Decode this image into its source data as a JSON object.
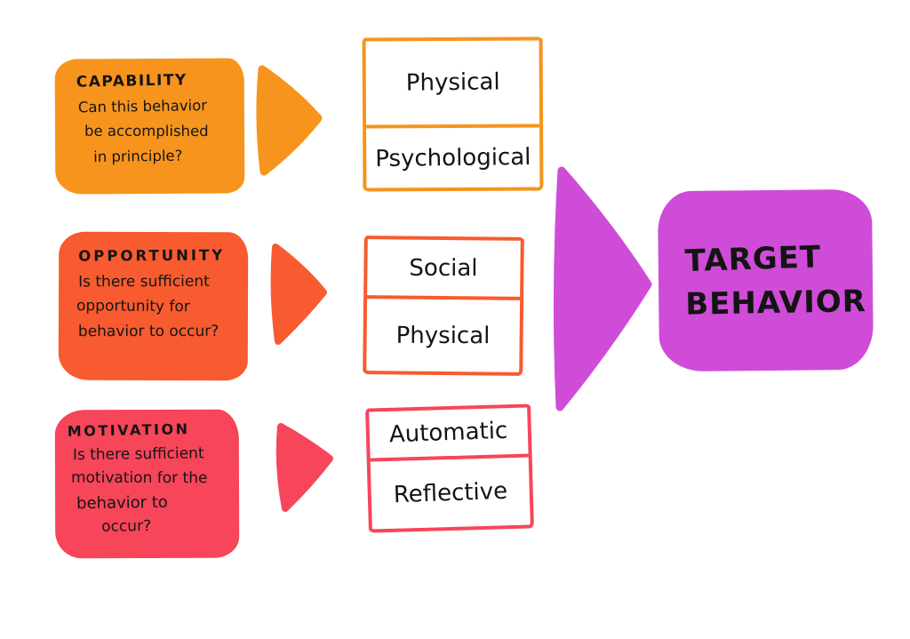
{
  "colors": {
    "capability_orange": "#F7941D",
    "opportunity_red_orange": "#F75B2F",
    "motivation_red": "#F7455A",
    "target_magenta": "#CF4CD9",
    "ink": "#1c1c1c"
  },
  "sections": {
    "capability": {
      "title": "CAPABILITY",
      "question": [
        "Can this behavior",
        "be accomplished",
        "in principle?"
      ],
      "factors": [
        "Physical",
        "Psychological"
      ]
    },
    "opportunity": {
      "title": "OPPORTUNITY",
      "question": [
        "Is there sufficient",
        "opportunity for",
        "behavior to occur?"
      ],
      "factors": [
        "Social",
        "Physical"
      ]
    },
    "motivation": {
      "title": "MOTIVATION",
      "question": [
        "Is there sufficient",
        "motivation for the",
        "behavior to",
        "occur?"
      ],
      "factors": [
        "Automatic",
        "Reflective"
      ]
    }
  },
  "target": {
    "lines": [
      "TARGET",
      "BEHAVIOR"
    ]
  }
}
